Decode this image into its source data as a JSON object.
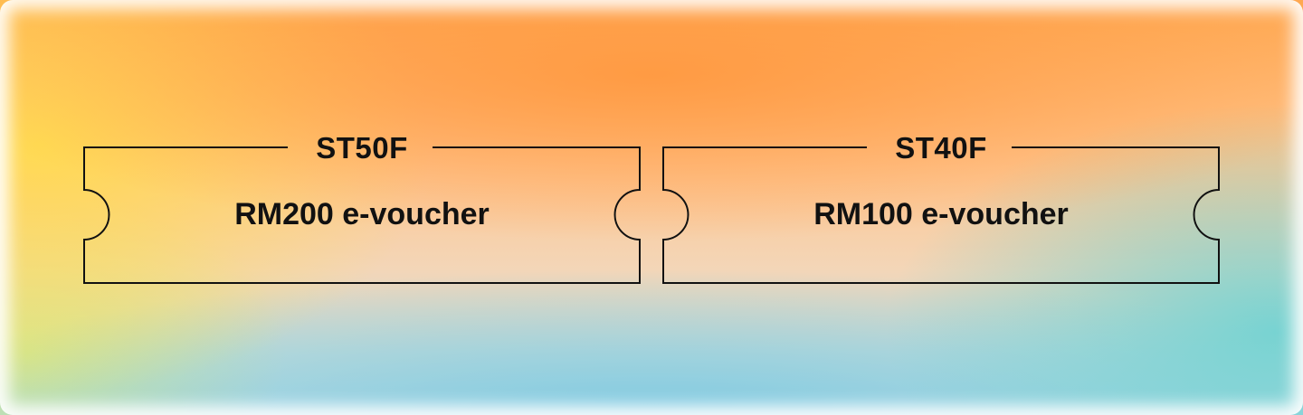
{
  "vouchers": [
    {
      "code": "ST50F",
      "reward": "RM200 e-voucher"
    },
    {
      "code": "ST40F",
      "reward": "RM100 e-voucher"
    }
  ],
  "colors": {
    "outline": "#111111",
    "top": "#ffa850",
    "bottom": "#b5dbe4"
  }
}
